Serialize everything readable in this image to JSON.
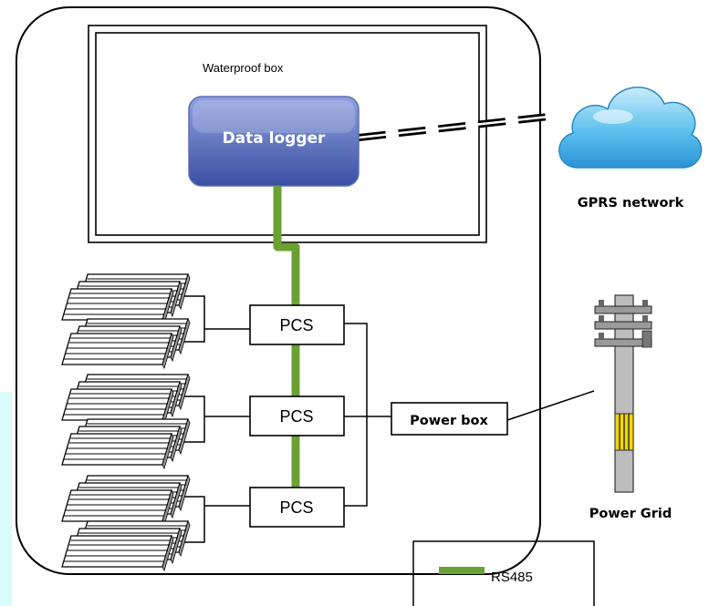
{
  "labels": {
    "waterproof_box": "Waterproof box",
    "data_logger": "Data logger",
    "gprs_network": "GPRS network",
    "pcs": [
      "PCS",
      "PCS",
      "PCS"
    ],
    "power_box": "Power box",
    "power_grid": "Power Grid",
    "legend_rs485": "RS485"
  },
  "colors": {
    "rs485_line": "#6aa132",
    "logger_fill_top": "#7f93d8",
    "logger_fill_bottom": "#3d53a8",
    "cloud_fill": "#39a8e3",
    "side_tint": "#d9fbfc"
  },
  "icons": {
    "cloud": "cloud-icon",
    "solar_panel": "solar-panel-icon",
    "pole": "power-pole-icon"
  }
}
